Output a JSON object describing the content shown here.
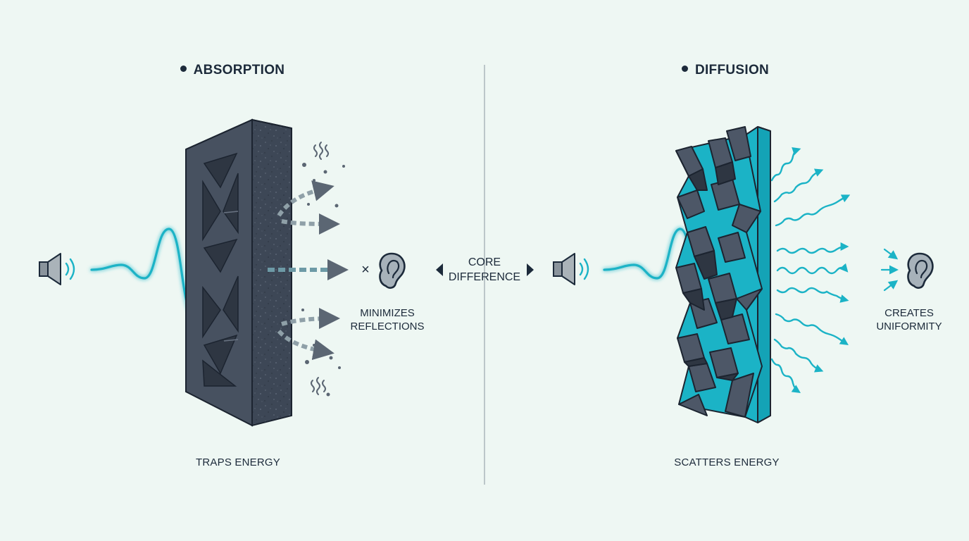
{
  "panels": {
    "absorption": {
      "title": "ABSORPTION",
      "caption": "TRAPS ENERGY",
      "note_lines": [
        "MINIMIZES",
        "REFLECTIONS"
      ],
      "mark": "×"
    },
    "diffusion": {
      "title": "DIFFUSION",
      "caption": "SCATTERS ENERGY",
      "note_lines": [
        "CREATES",
        "UNIFORMITY"
      ]
    }
  },
  "center": {
    "lines": [
      "CORE",
      "DIFFERENCE"
    ]
  },
  "icons": {
    "source": "speaker-icon",
    "listener": "ear-icon"
  },
  "colors": {
    "background": "#eef7f3",
    "wave": "#1bb3c6",
    "dark_panel": "#3d4756",
    "arrow_gray": "#5b6673",
    "text": "#1c2a3a",
    "divider": "#9aa5ad"
  }
}
